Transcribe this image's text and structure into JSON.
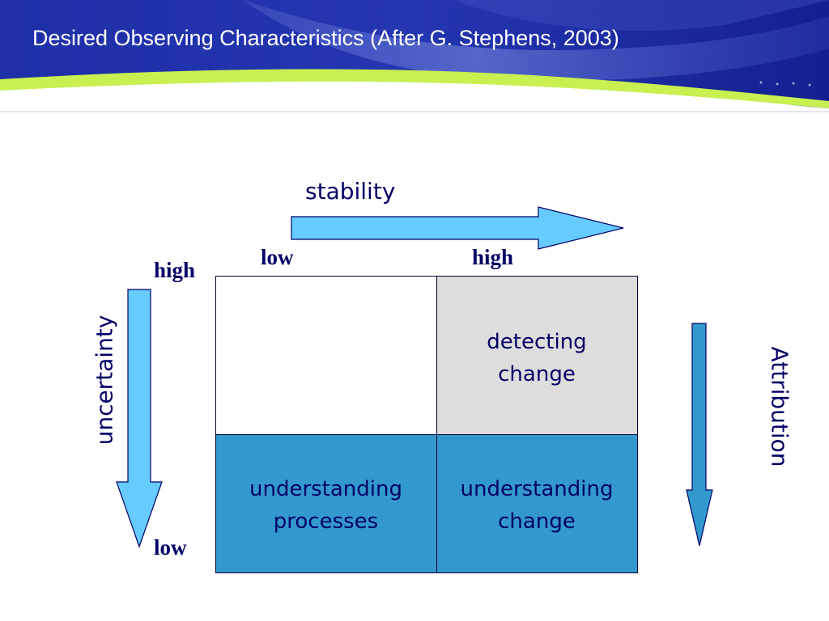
{
  "title": "Desired Observing Characteristics (After G. Stephens, 2003)",
  "stability_axis": {
    "label": "stability",
    "low_label": "low",
    "high_label": "high"
  },
  "uncertainty_axis": {
    "label": "uncertainty",
    "high_label": "high",
    "low_label": "low"
  },
  "attribution_axis": {
    "label": "Attribution"
  },
  "cells": {
    "top_left": {
      "line1": "",
      "line2": ""
    },
    "top_right": {
      "line1": "detecting",
      "line2": "change"
    },
    "bottom_left": {
      "line1": "understanding",
      "line2": "processes"
    },
    "bottom_right": {
      "line1": "understanding",
      "line2": "change"
    }
  },
  "colors": {
    "header_blue": "#1a2a9c",
    "header_green": "#c8f050",
    "arrow_light": "#66ccff",
    "arrow_dark": "#3399cc",
    "cell_gray": "#dddddd",
    "cell_blue": "#3399cc",
    "text_navy": "#000066"
  }
}
